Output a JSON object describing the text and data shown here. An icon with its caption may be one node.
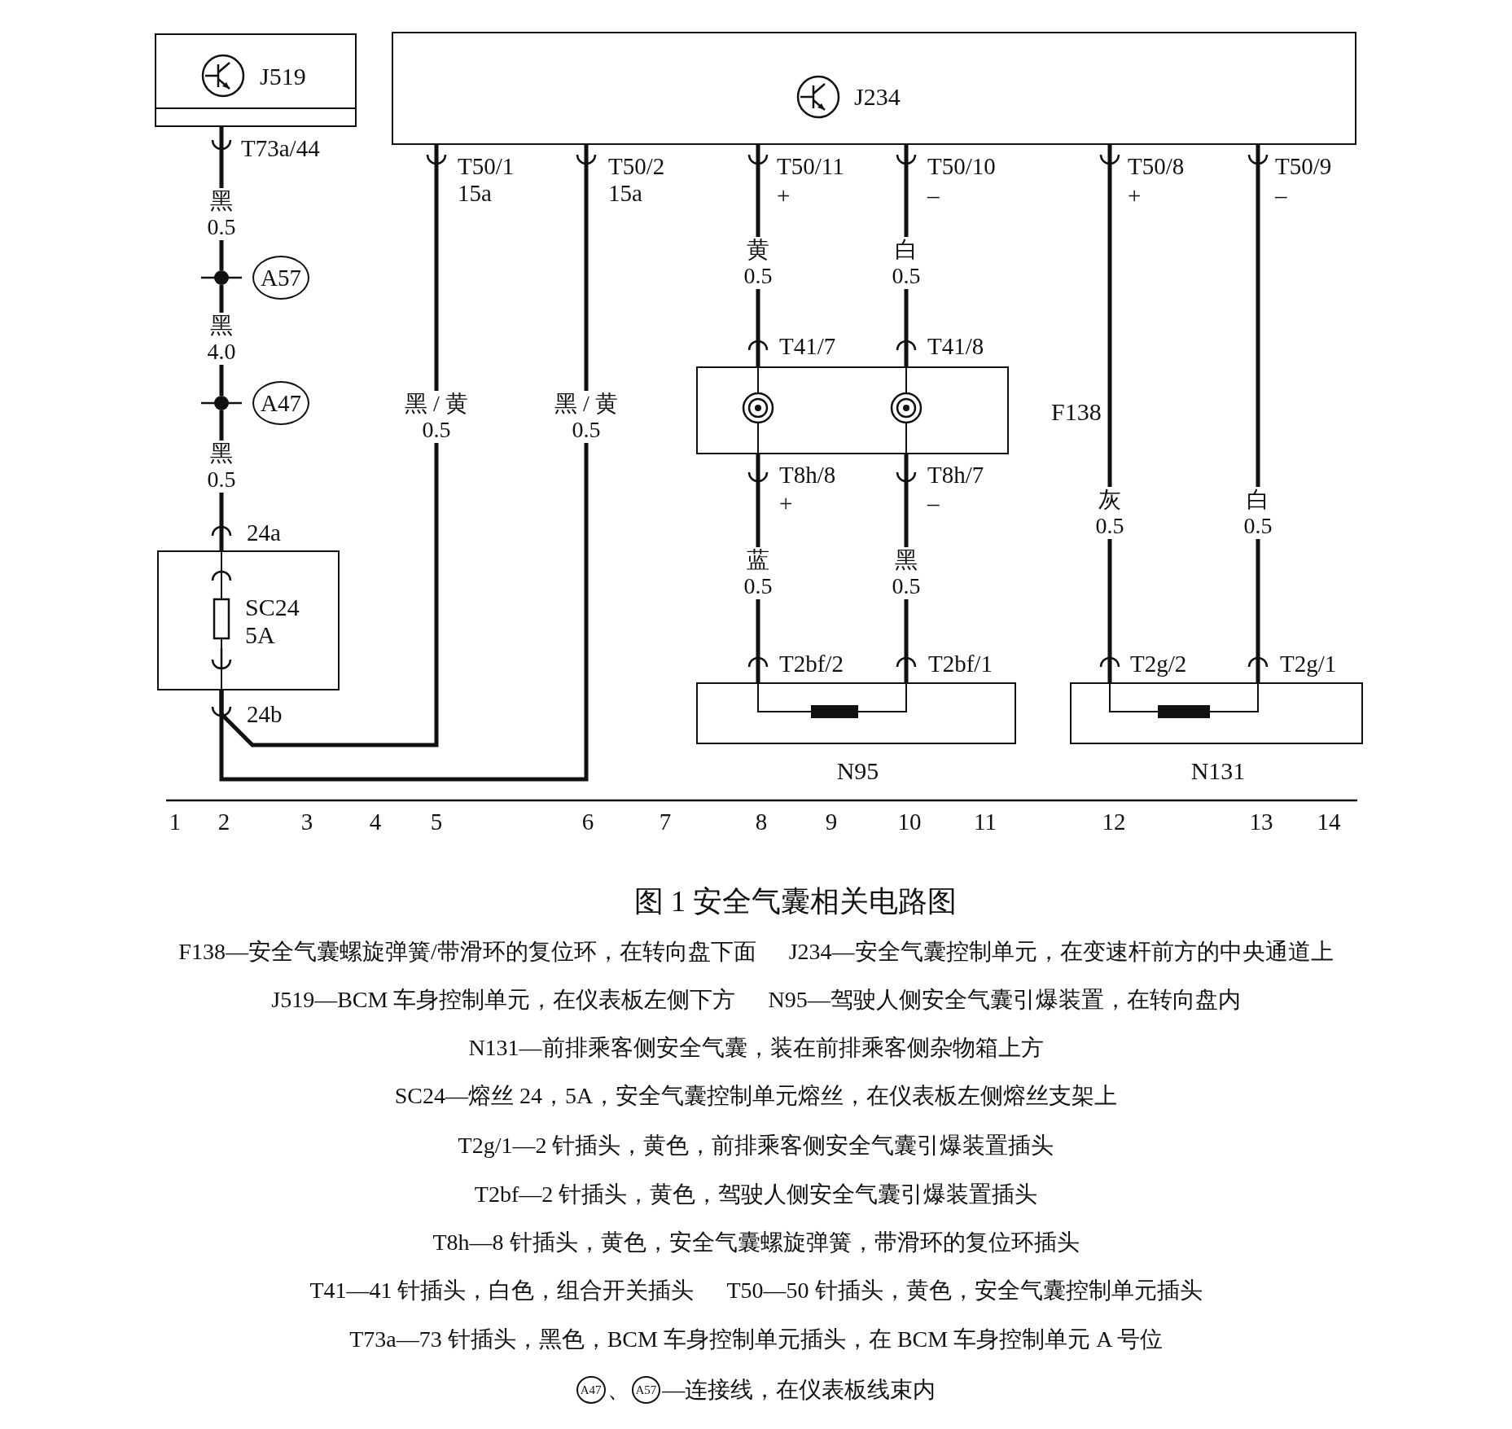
{
  "diagram": {
    "caption": "图 1 安全气囊相关电路图",
    "nodes": [
      {
        "text": [
          "J519"
        ]
      },
      {
        "text": [
          "J234"
        ]
      },
      {
        "text": [],
        "shape": "circle",
        "beside": [
          "A57"
        ]
      },
      {
        "text": [],
        "shape": "circle",
        "beside": [
          "A47"
        ]
      },
      {
        "text": [
          "SC24",
          "5A"
        ]
      },
      {
        "text": [
          "F138"
        ]
      },
      {
        "text": [
          "N95"
        ]
      },
      {
        "text": [
          "N131"
        ]
      }
    ],
    "edges": [
      {
        "from": 0,
        "to": 2,
        "arrow": "none",
        "label": "黑 0.5"
      },
      {
        "from": 2,
        "to": 3,
        "arrow": "none",
        "label": "黑 4.0"
      },
      {
        "from": 3,
        "to": 4,
        "arrow": "none",
        "label": "黑 0.5"
      },
      {
        "from": 1,
        "to": 4,
        "arrow": "none",
        "label": "黑 / 黄 0.5"
      },
      {
        "from": 1,
        "to": 4,
        "arrow": "none",
        "label": "黑 / 黄 0.5"
      },
      {
        "from": 1,
        "to": 5,
        "arrow": "none",
        "label": "黄 0.5"
      },
      {
        "from": 1,
        "to": 5,
        "arrow": "none",
        "label": "白 0.5"
      },
      {
        "from": 5,
        "to": 6,
        "arrow": "none",
        "label": "蓝 0.5"
      },
      {
        "from": 5,
        "to": 6,
        "arrow": "none",
        "label": "黑 0.5"
      },
      {
        "from": 1,
        "to": 7,
        "arrow": "none",
        "label": "灰 0.5"
      },
      {
        "from": 1,
        "to": 7,
        "arrow": "none",
        "label": "白 0.5"
      }
    ],
    "labels": [
      "T73a/44",
      "T50/1",
      "15a",
      "T50/2",
      "15a",
      "T50/11",
      "+",
      "T50/10",
      "–",
      "T50/8",
      "+",
      "T50/9",
      "–",
      "T41/7",
      "T41/8",
      "T8h/8",
      "+",
      "T8h/7",
      "–",
      "24a",
      "24b",
      "T2bf/2",
      "T2bf/1",
      "T2g/2",
      "T2g/1",
      "1",
      "2",
      "3",
      "4",
      "5",
      "6",
      "7",
      "8",
      "9",
      "10",
      "11",
      "12",
      "13",
      "14",
      "F138—安全气囊螺旋弹簧/带滑环的复位环，在转向盘下面",
      "J234—安全气囊控制单元，在变速杆前方的中央通道上",
      "J519—BCM 车身控制单元，在仪表板左侧下方",
      "N95—驾驶人侧安全气囊引爆装置，在转向盘内",
      "N131—前排乘客侧安全气囊，装在前排乘客侧杂物箱上方",
      "SC24—熔丝 24，5A，安全气囊控制单元熔丝，在仪表板左侧熔丝支架上",
      "T2g/1—2 针插头，黄色，前排乘客侧安全气囊引爆装置插头",
      "T2bf—2 针插头，黄色，驾驶人侧安全气囊引爆装置插头",
      "T8h—8 针插头，黄色，安全气囊螺旋弹簧，带滑环的复位环插头",
      "T41—41 针插头，白色，组合开关插头",
      "T50—50 针插头，黄色，安全气囊控制单元插头",
      "T73a—73 针插头，黑色，BCM 车身控制单元插头，在 BCM 车身控制单元 A 号位",
      "A47",
      "、",
      "A57",
      "—连接线，在仪表板线束内"
    ]
  }
}
